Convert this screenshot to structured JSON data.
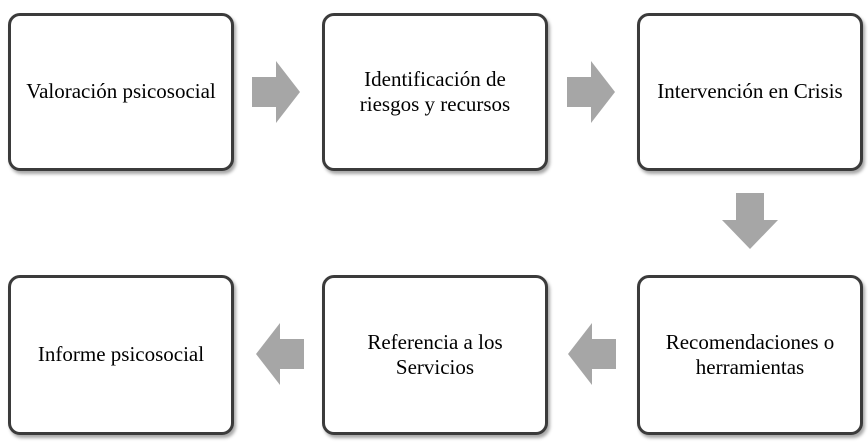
{
  "diagram": {
    "steps": [
      {
        "label": "Valoración psicosocial"
      },
      {
        "label_line1": "Identificación de",
        "label_line2": "riesgos y recursos"
      },
      {
        "label": "Intervención en Crisis"
      },
      {
        "label_line1": "Recomendaciones o",
        "label_line2": "herramientas"
      },
      {
        "label_line1": "Referencia a los",
        "label_line2": "Servicios"
      },
      {
        "label": "Informe psicosocial"
      }
    ],
    "colors": {
      "box_border": "#3b3b3b",
      "arrow": "#a6a6a6",
      "text": "#000000",
      "background": "#ffffff"
    }
  }
}
